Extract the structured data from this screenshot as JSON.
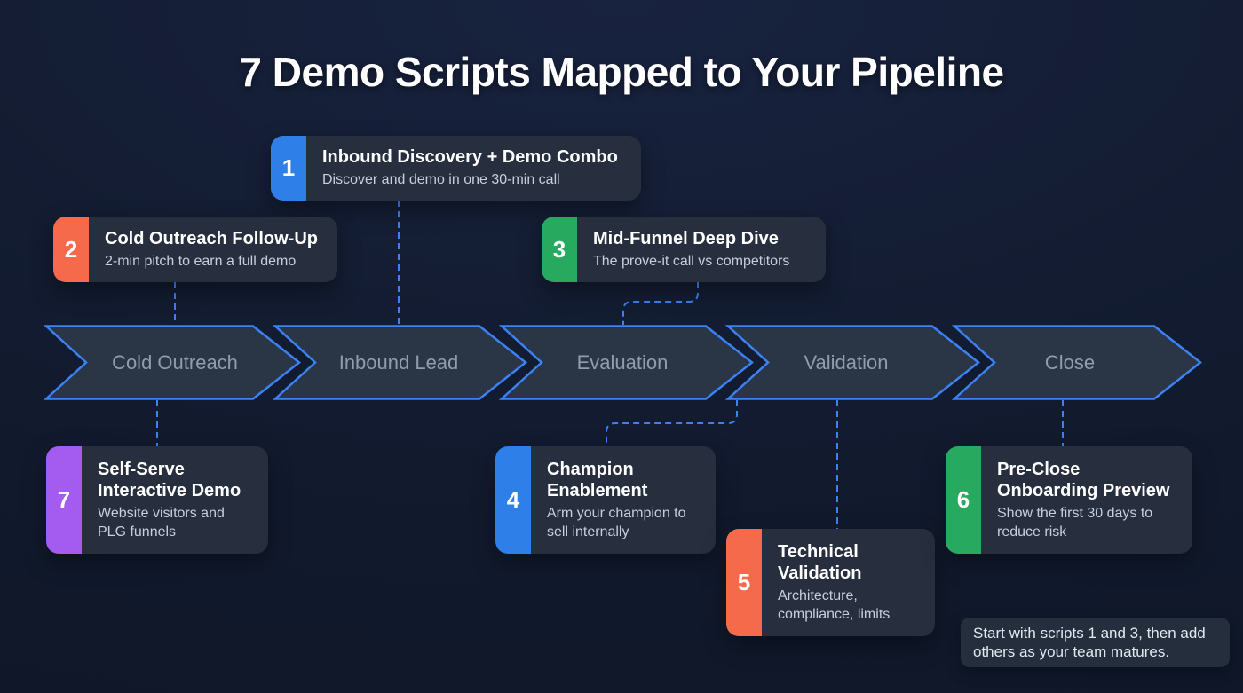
{
  "title": "7 Demo Scripts Mapped to Your Pipeline",
  "note": "Start with scripts 1 and 3, then add others as your team matures.",
  "pipeline": {
    "stages": [
      {
        "label": "Cold Outreach"
      },
      {
        "label": "Inbound Lead"
      },
      {
        "label": "Evaluation"
      },
      {
        "label": "Validation"
      },
      {
        "label": "Close"
      }
    ]
  },
  "scripts": [
    {
      "number": "1",
      "title": "Inbound Discovery + Demo Combo",
      "subtitle": "Discover and demo in one 30-min call",
      "badge_color": "#2e7fe8"
    },
    {
      "number": "2",
      "title": "Cold Outreach Follow-Up",
      "subtitle": "2-min pitch to earn a full demo",
      "badge_color": "#f46a4b"
    },
    {
      "number": "3",
      "title": "Mid-Funnel Deep Dive",
      "subtitle": "The prove-it call vs competitors",
      "badge_color": "#27a960"
    },
    {
      "number": "4",
      "title": "Champion Enablement",
      "subtitle": "Arm your champion to sell internally",
      "badge_color": "#2e7fe8"
    },
    {
      "number": "5",
      "title": "Technical Validation",
      "subtitle": "Architecture, compliance, limits",
      "badge_color": "#f46a4b"
    },
    {
      "number": "6",
      "title": "Pre-Close Onboarding Preview",
      "subtitle": "Show the first 30 days to reduce risk",
      "badge_color": "#27a960"
    },
    {
      "number": "7",
      "title": "Self-Serve Interactive Demo",
      "subtitle": "Website visitors and PLG funnels",
      "badge_color": "#a45cf0"
    }
  ],
  "colors": {
    "background": "#131c31",
    "card_background": "#272f3e",
    "chevron_fill": "#2a3546",
    "chevron_stroke": "#3b82f6",
    "connector": "#3b82f6",
    "stage_label_text": "#909dac",
    "title_text": "#ffffff",
    "subtitle_text": "#c7cfda",
    "note_background": "#242e3c"
  }
}
